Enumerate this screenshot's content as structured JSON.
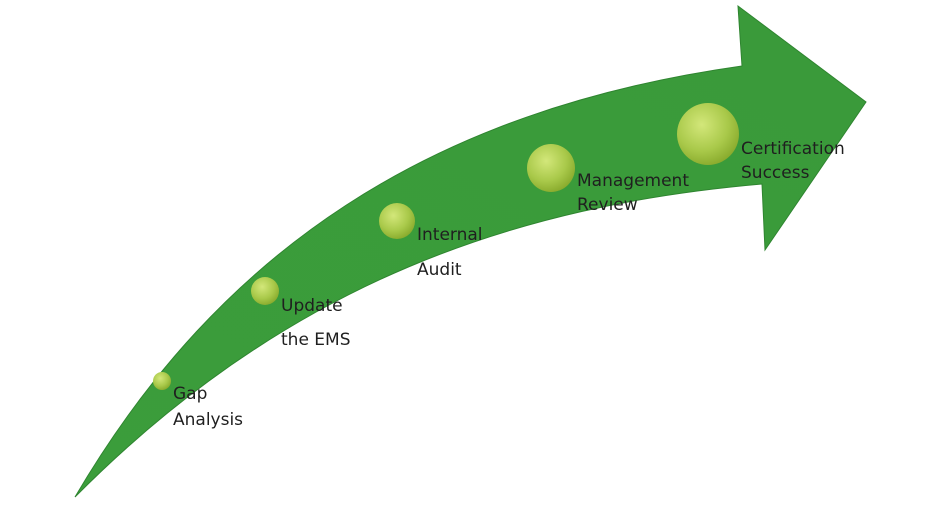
{
  "diagram": {
    "colors": {
      "arrow": "#3a9a3a",
      "arrow_edge": "#2f8530",
      "node_light": "#c8e06a",
      "node_dark": "#8fb32c",
      "text": "#1f1f1f"
    },
    "steps": [
      {
        "line1": "Gap",
        "line2": "Analysis"
      },
      {
        "line1": "Update",
        "line2": "the EMS"
      },
      {
        "line1": "Internal",
        "line2": "Audit"
      },
      {
        "line1": "Management",
        "line2": "Review"
      },
      {
        "line1": "Certification",
        "line2": "Success"
      }
    ]
  }
}
